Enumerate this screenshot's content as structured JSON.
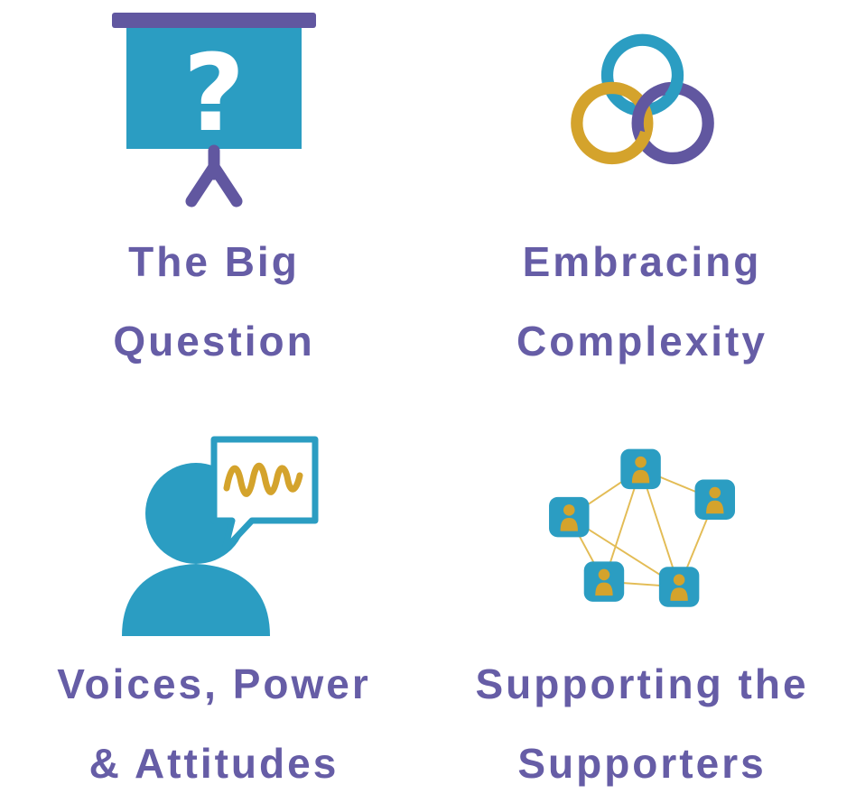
{
  "colors": {
    "teal": "#2B9DC2",
    "gold": "#D4A32C",
    "purple_icon": "#6157A0",
    "purple_text": "#665DA6",
    "background": "#FFFFFF"
  },
  "icons": {
    "question_mark_glyph": "?"
  },
  "cells": [
    {
      "id": "the-big-question",
      "icon": "presentation-question-icon",
      "label_lines": [
        "The Big",
        "Question"
      ]
    },
    {
      "id": "embracing-complexity",
      "icon": "interlocking-rings-icon",
      "label_lines": [
        "Embracing",
        "Complexity"
      ]
    },
    {
      "id": "voices-power-attitudes",
      "icon": "head-speech-scribble-icon",
      "label_lines": [
        "Voices, Power",
        "& Attitudes"
      ]
    },
    {
      "id": "supporting-the-supporters",
      "icon": "people-network-icon",
      "label_lines": [
        "Supporting the",
        "Supporters"
      ]
    }
  ]
}
